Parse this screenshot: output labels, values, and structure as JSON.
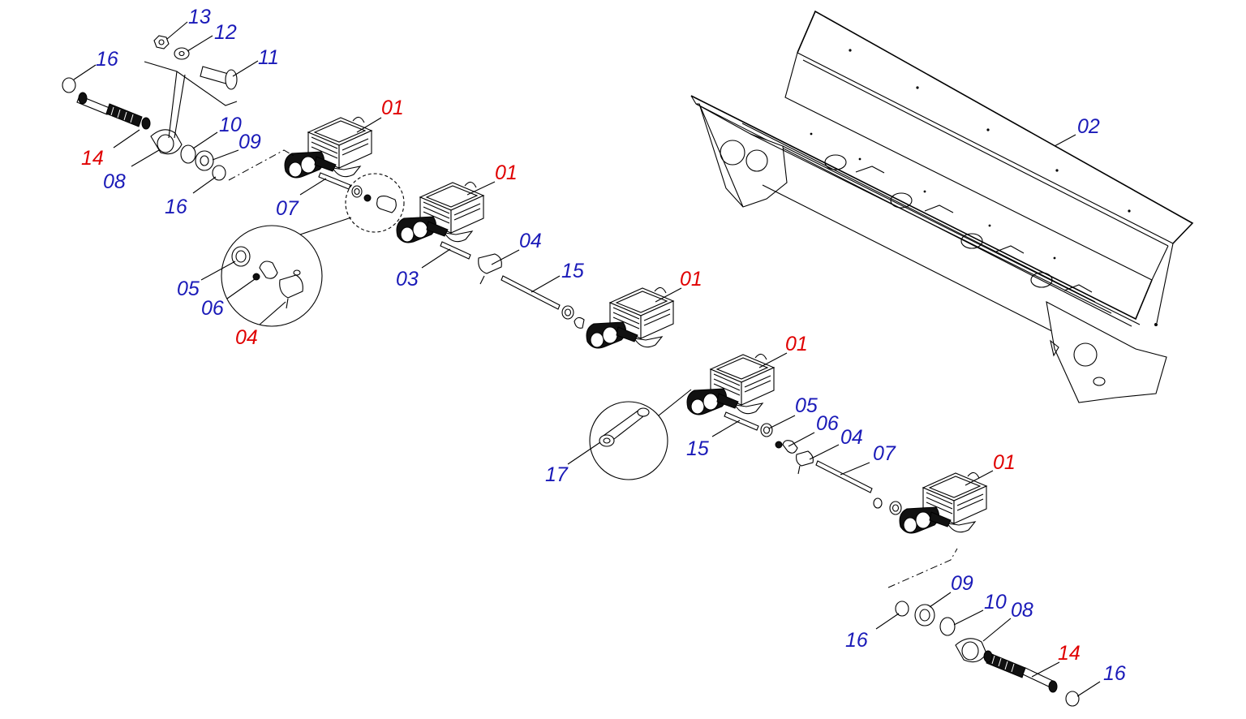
{
  "colors": {
    "standard_part": "#1a1ab8",
    "highlighted_part": "#e00000",
    "line": "#000000",
    "background": "#ffffff"
  },
  "callouts": [
    {
      "label": "13",
      "color": "blue"
    },
    {
      "label": "12",
      "color": "blue"
    },
    {
      "label": "11",
      "color": "blue"
    },
    {
      "label": "16",
      "color": "blue"
    },
    {
      "label": "14",
      "color": "red"
    },
    {
      "label": "08",
      "color": "blue"
    },
    {
      "label": "10",
      "color": "blue"
    },
    {
      "label": "09",
      "color": "blue"
    },
    {
      "label": "16",
      "color": "blue"
    },
    {
      "label": "01",
      "color": "red"
    },
    {
      "label": "07",
      "color": "blue"
    },
    {
      "label": "01",
      "color": "red"
    },
    {
      "label": "05",
      "color": "blue"
    },
    {
      "label": "06",
      "color": "blue"
    },
    {
      "label": "04",
      "color": "red"
    },
    {
      "label": "03",
      "color": "blue"
    },
    {
      "label": "04",
      "color": "blue"
    },
    {
      "label": "15",
      "color": "blue"
    },
    {
      "label": "01",
      "color": "red"
    },
    {
      "label": "02",
      "color": "blue"
    },
    {
      "label": "01",
      "color": "red"
    },
    {
      "label": "17",
      "color": "blue"
    },
    {
      "label": "15",
      "color": "blue"
    },
    {
      "label": "05",
      "color": "blue"
    },
    {
      "label": "06",
      "color": "blue"
    },
    {
      "label": "04",
      "color": "blue"
    },
    {
      "label": "07",
      "color": "blue"
    },
    {
      "label": "01",
      "color": "red"
    },
    {
      "label": "09",
      "color": "blue"
    },
    {
      "label": "10",
      "color": "blue"
    },
    {
      "label": "08",
      "color": "blue"
    },
    {
      "label": "16",
      "color": "blue"
    },
    {
      "label": "14",
      "color": "red"
    },
    {
      "label": "16",
      "color": "blue"
    }
  ]
}
